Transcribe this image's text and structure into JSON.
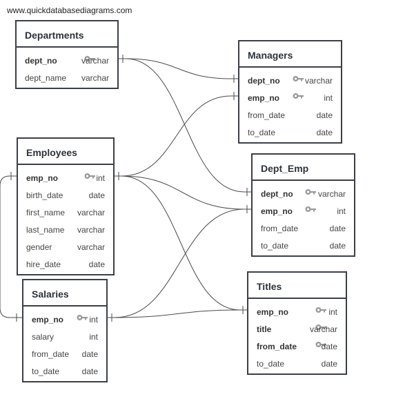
{
  "watermark": "www.quickdatabasediagrams.com",
  "tables": [
    {
      "id": "departments",
      "name": "Departments",
      "fields": [
        {
          "name": "dept_no",
          "type": "varchar",
          "pk": true,
          "key": true
        },
        {
          "name": "dept_name",
          "type": "varchar",
          "pk": false,
          "key": false
        }
      ]
    },
    {
      "id": "managers",
      "name": "Managers",
      "fields": [
        {
          "name": "dept_no",
          "type": "varchar",
          "pk": true,
          "key": true
        },
        {
          "name": "emp_no",
          "type": "int",
          "pk": true,
          "key": true
        },
        {
          "name": "from_date",
          "type": "date",
          "pk": false,
          "key": false
        },
        {
          "name": "to_date",
          "type": "date",
          "pk": false,
          "key": false
        }
      ]
    },
    {
      "id": "employees",
      "name": "Employees",
      "fields": [
        {
          "name": "emp_no",
          "type": "int",
          "pk": true,
          "key": true
        },
        {
          "name": "birth_date",
          "type": "date",
          "pk": false,
          "key": false
        },
        {
          "name": "first_name",
          "type": "varchar",
          "pk": false,
          "key": false
        },
        {
          "name": "last_name",
          "type": "varchar",
          "pk": false,
          "key": false
        },
        {
          "name": "gender",
          "type": "varchar",
          "pk": false,
          "key": false
        },
        {
          "name": "hire_date",
          "type": "date",
          "pk": false,
          "key": false
        }
      ]
    },
    {
      "id": "dept_emp",
      "name": "Dept_Emp",
      "fields": [
        {
          "name": "dept_no",
          "type": "varchar",
          "pk": true,
          "key": true
        },
        {
          "name": "emp_no",
          "type": "int",
          "pk": true,
          "key": true
        },
        {
          "name": "from_date",
          "type": "date",
          "pk": false,
          "key": false
        },
        {
          "name": "to_date",
          "type": "date",
          "pk": false,
          "key": false
        }
      ]
    },
    {
      "id": "salaries",
      "name": "Salaries",
      "fields": [
        {
          "name": "emp_no",
          "type": "int",
          "pk": true,
          "key": true
        },
        {
          "name": "salary",
          "type": "int",
          "pk": false,
          "key": false
        },
        {
          "name": "from_date",
          "type": "date",
          "pk": false,
          "key": false
        },
        {
          "name": "to_date",
          "type": "date",
          "pk": false,
          "key": false
        }
      ]
    },
    {
      "id": "titles",
      "name": "Titles",
      "fields": [
        {
          "name": "emp_no",
          "type": "int",
          "pk": true,
          "key": true
        },
        {
          "name": "title",
          "type": "varchar",
          "pk": true,
          "key": true
        },
        {
          "name": "from_date",
          "type": "date",
          "pk": true,
          "key": true
        },
        {
          "name": "to_date",
          "type": "date",
          "pk": false,
          "key": false
        }
      ]
    }
  ],
  "relationships": [
    {
      "from": "departments.dept_no",
      "to": "managers.dept_no"
    },
    {
      "from": "departments.dept_no",
      "to": "dept_emp.dept_no"
    },
    {
      "from": "employees.emp_no",
      "to": "managers.emp_no"
    },
    {
      "from": "employees.emp_no",
      "to": "dept_emp.emp_no"
    },
    {
      "from": "employees.emp_no",
      "to": "titles.emp_no"
    },
    {
      "from": "salaries.emp_no",
      "to": "employees.emp_no"
    },
    {
      "from": "salaries.emp_no",
      "to": "dept_emp.emp_no"
    },
    {
      "from": "salaries.emp_no",
      "to": "titles.emp_no"
    }
  ],
  "colors": {
    "border": "#3b3f45",
    "line": "#4a4a4a",
    "key": "#9a9a9a"
  }
}
